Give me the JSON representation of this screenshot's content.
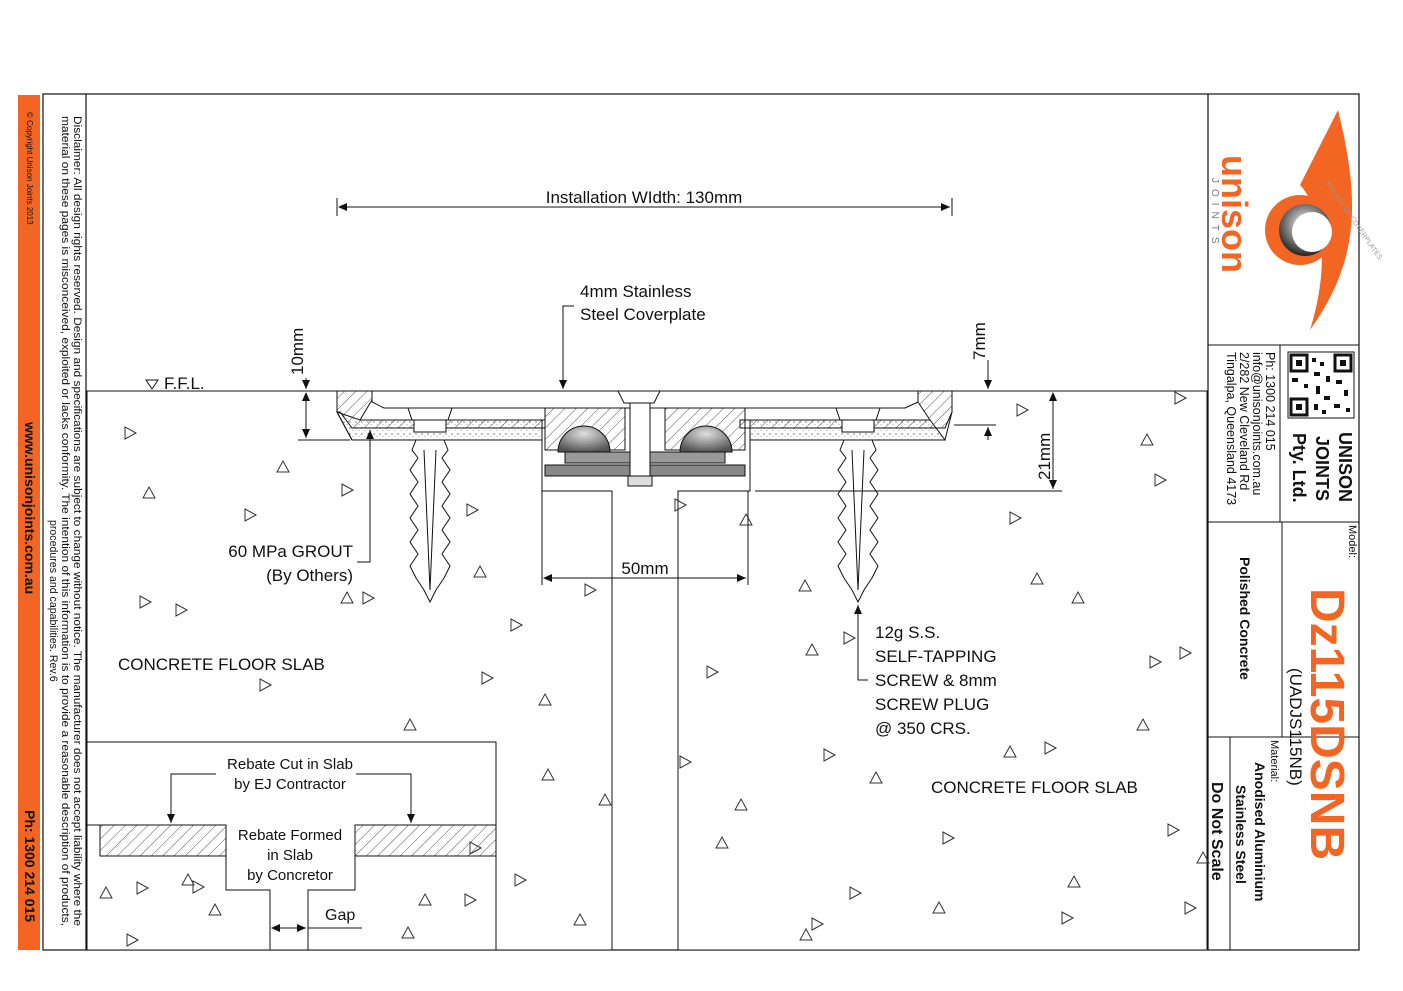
{
  "sheet": {
    "copyright": "© Copyright Unison Joints 2013",
    "website": "www.unisonjoints.com.au",
    "phone_strip": "Ph: 1300 214 015",
    "disclaimer_line1": "Disclaimer: All design rights reserved. Design and specifications are subject to change without notice. The manufacturer does not accept liability where the",
    "disclaimer_line2": "material on these pages is misconceived, exploited or lacks conformity. The intention of this information is to provide a reasonable description of products,",
    "disclaimer_line3": "procedures and capabilities. Rev.6"
  },
  "drawing": {
    "installation_width": "Installation WIdth: 130mm",
    "coverplate_line1": "4mm Stainless",
    "coverplate_line2": "Steel Coverplate",
    "ffl": "F.F.L.",
    "dim_10mm": "10mm",
    "dim_7mm": "7mm",
    "dim_21mm": "21mm",
    "dim_50mm": "50mm",
    "grout_line1": "60 MPa GROUT",
    "grout_line2": "(By Others)",
    "screw_line1": "12g S.S.",
    "screw_line2": "SELF-TAPPING",
    "screw_line3": "SCREW & 8mm",
    "screw_line4": "SCREW PLUG",
    "screw_line5": "@ 350 CRS.",
    "slab_left": "CONCRETE FLOOR SLAB",
    "slab_right": "CONCRETE FLOOR SLAB"
  },
  "inset": {
    "rebate_cut_line1": "Rebate Cut in Slab",
    "rebate_cut_line2": "by EJ Contractor",
    "rebate_formed_line1": "Rebate Formed",
    "rebate_formed_line2": "in Slab",
    "rebate_formed_line3": "by Concretor",
    "gap": "Gap"
  },
  "title_block": {
    "logo_word": "unison",
    "logo_sub": "JOINTS",
    "logo_tagline": "THE ART OF COVERPLATES",
    "company_line1": "UNISON",
    "company_line2": "JOINTS",
    "company_line3": "Pty. Ltd.",
    "contact_line1": "Ph: 1300 214 015",
    "contact_line2": "info@unisonjoints.com.au",
    "contact_line3": "2/282 New Cleveland Rd",
    "contact_line4": "Tingalpa, Queensland 4173",
    "model_label": "Model:",
    "model_code": "Dz115DSNB",
    "model_sub": "(UADJS115NB)",
    "finish": "Polished Concrete",
    "material_label": "Material:",
    "material_line1": "Anodised Aluminium",
    "material_line2": "Stainless Steel",
    "scale_note": "Do Not Scale"
  },
  "colors": {
    "brand_orange": "#f26522",
    "line": "#111111"
  }
}
